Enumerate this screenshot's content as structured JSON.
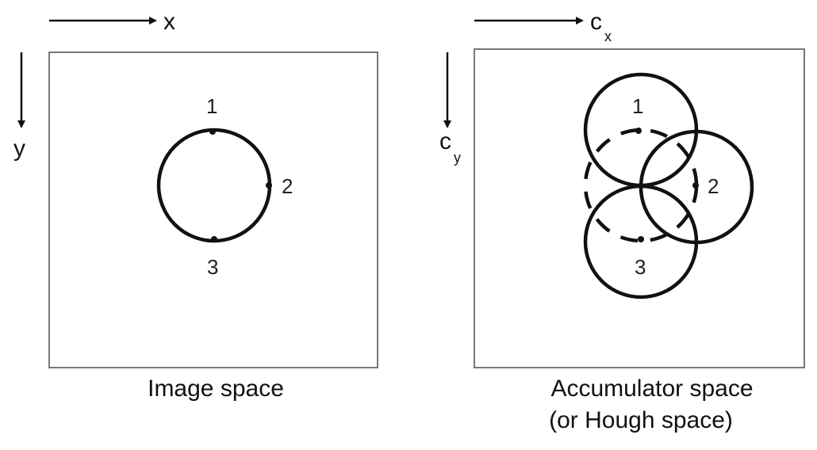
{
  "image_space": {
    "x_axis_label": "x",
    "y_axis_label": "y",
    "points": [
      "1",
      "2",
      "3"
    ],
    "caption": "Image space"
  },
  "accumulator_space": {
    "x_axis_label_main": "c",
    "x_axis_label_sub": "x",
    "y_axis_label_main": "c",
    "y_axis_label_sub": "y",
    "points": [
      "1",
      "2",
      "3"
    ],
    "caption_line1": "Accumulator space",
    "caption_line2": "(or Hough space)"
  },
  "colors": {
    "stroke": "#111111",
    "frame": "#777777"
  }
}
